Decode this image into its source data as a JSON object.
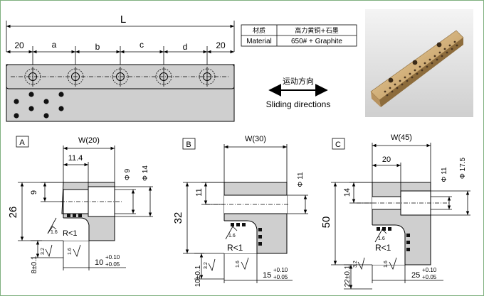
{
  "overall": {
    "length_label": "L",
    "segments": [
      "20",
      "a",
      "b",
      "c",
      "d",
      "20"
    ]
  },
  "material_table": {
    "rows": [
      {
        "label": "材质",
        "value": "高力黄铜+石墨"
      },
      {
        "label": "Material",
        "value": "650# + Graphite"
      }
    ]
  },
  "direction": {
    "cn": "运动方向",
    "en": "Sliding directions"
  },
  "sections": [
    {
      "tag": "A",
      "width": "W(20)",
      "counterbore_depth": "11.4",
      "dia_small": "Φ 9",
      "dia_large": "Φ 14",
      "hole_height": "9",
      "height": "26",
      "bottom": "8±0.1",
      "slot_base": "10",
      "tol_upper": "+0.10",
      "tol_lower": "+0.05",
      "radius": "R<1",
      "rough_a": "1.6",
      "rough_b": "3.2",
      "rough_c": "1.6"
    },
    {
      "tag": "B",
      "width": "W(30)",
      "dia_small": "Φ 11",
      "hole_height": "11",
      "height": "32",
      "bottom": "10±0.1",
      "slot_base": "15",
      "tol_upper": "+0.10",
      "tol_lower": "+0.05",
      "radius": "R<1",
      "rough_a": "1.6",
      "rough_b": "3.2",
      "rough_c": "1.6"
    },
    {
      "tag": "C",
      "width": "W(45)",
      "counterbore_depth": "20",
      "dia_small": "Φ 11",
      "dia_large": "Φ 17.5",
      "hole_height": "14",
      "height": "50",
      "bottom": "22±0.1",
      "slot_base": "25",
      "tol_upper": "+0.10",
      "tol_lower": "+0.05",
      "radius": "R<1",
      "rough_a": "1.6",
      "rough_b": "3.2",
      "rough_c": "1.6"
    }
  ]
}
